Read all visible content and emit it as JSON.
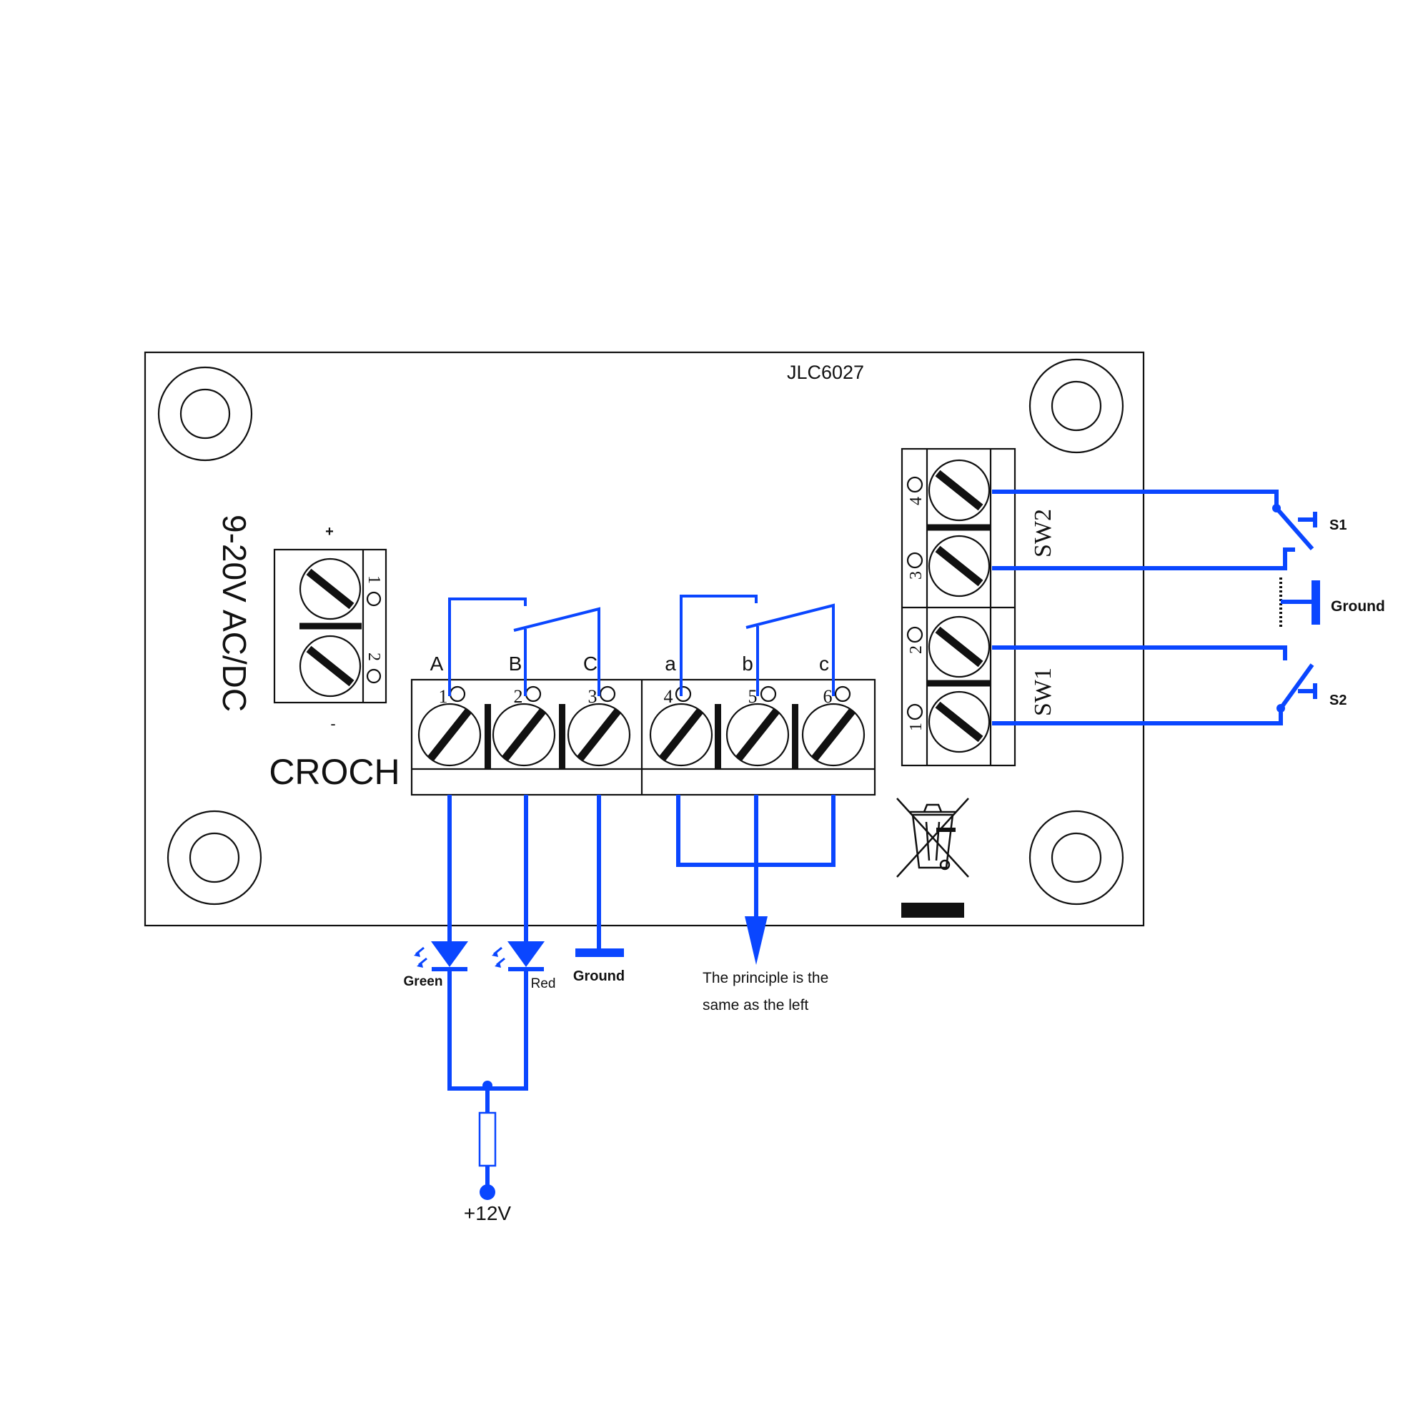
{
  "board": {
    "model": "JLC6027",
    "voltage_label": "9-20V  AC/DC",
    "brand": "CROCH",
    "power_plus": "+",
    "power_minus": "-"
  },
  "power_terminal": {
    "pins": [
      "1",
      "2"
    ]
  },
  "relay_terminal": {
    "headers": [
      "A",
      "B",
      "C",
      "a",
      "b",
      "c"
    ],
    "pins": [
      "1",
      "2",
      "3",
      "4",
      "5",
      "6"
    ]
  },
  "switch_terminal": {
    "pins": [
      "4",
      "3",
      "2",
      "1"
    ],
    "sw2": "SW2",
    "sw1": "SW1"
  },
  "external": {
    "s1": "S1",
    "s2": "S2",
    "ground_right": "Ground",
    "green_led": "Green",
    "red_led": "Red",
    "ground_bottom": "Ground",
    "note_line1": "The principle is the",
    "note_line2": "same as the left",
    "supply": "+12V"
  },
  "colors": {
    "wire": "#0a46ff",
    "outline": "#111111",
    "background": "#ffffff"
  },
  "icons": [
    "mounting-hole-icon",
    "screw-terminal-icon",
    "weee-recycle-bin-icon",
    "led-diode-icon",
    "resistor-icon",
    "ground-symbol-icon",
    "switch-icon"
  ]
}
